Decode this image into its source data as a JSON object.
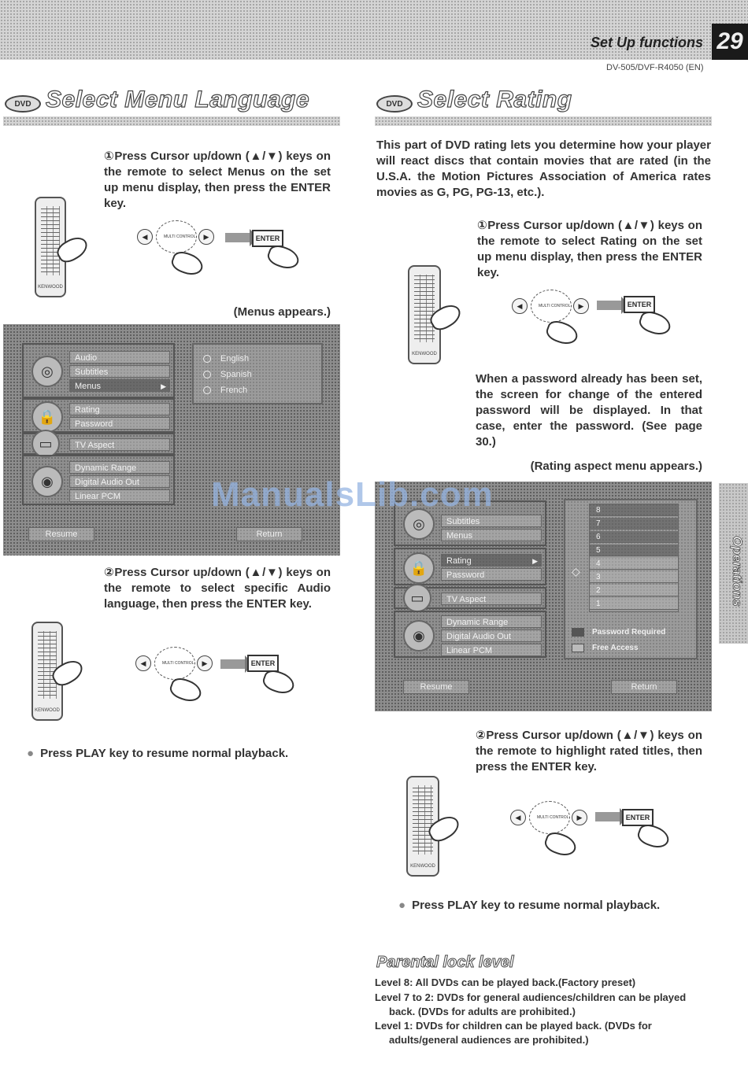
{
  "header": {
    "section_title": "Set Up functions",
    "page_number": "29",
    "model": "DV-505/DVF-R4050 (EN)"
  },
  "left": {
    "logo": "DVD",
    "heading": "Select Menu Language",
    "step1": "①Press Cursor up/down (▲/▼) keys on the remote to select Menus on the set up menu display, then press the ENTER key.",
    "caption": "(Menus appears.)",
    "screen": {
      "groups": [
        {
          "icon": "disc-icon",
          "items": [
            {
              "label": "Audio"
            },
            {
              "label": "Subtitles"
            },
            {
              "label": "Menus",
              "selected": true
            }
          ]
        },
        {
          "icon": "lock-icon",
          "items": [
            {
              "label": "Rating"
            },
            {
              "label": "Password"
            }
          ]
        },
        {
          "icon": "tv-icon",
          "items": [
            {
              "label": "TV Aspect"
            }
          ]
        },
        {
          "icon": "speaker-icon",
          "items": [
            {
              "label": "Dynamic Range"
            },
            {
              "label": "Digital Audio Out"
            },
            {
              "label": "Linear PCM"
            }
          ]
        }
      ],
      "options": [
        "English",
        "Spanish",
        "French"
      ],
      "resume": "Resume",
      "return": "Return"
    },
    "step2": "②Press Cursor up/down (▲/▼) keys on the remote to select specific Audio language, then press the ENTER key.",
    "note": "Press PLAY key to resume normal playback."
  },
  "right": {
    "logo": "DVD",
    "heading": "Select Rating",
    "intro": "This part of DVD rating lets you determine how your player will react discs that contain movies that are rated (in the U.S.A. the Motion Pictures Association of America rates movies as G, PG, PG-13, etc.).",
    "step1": "①Press Cursor up/down (▲/▼) keys on the remote to select Rating on the set up menu display, then press the ENTER key.",
    "password_note": "When a password already has been set, the screen for change of the entered password will be displayed. In that case, enter the password. (See page 30.)",
    "caption": "(Rating aspect menu appears.)",
    "screen": {
      "groups": [
        {
          "icon": "disc-icon",
          "items": [
            {
              "label": "Subtitles"
            },
            {
              "label": "Menus"
            }
          ]
        },
        {
          "icon": "lock-icon",
          "items": [
            {
              "label": "Rating",
              "selected": true
            },
            {
              "label": "Password"
            }
          ]
        },
        {
          "icon": "tv-icon",
          "items": [
            {
              "label": "TV Aspect"
            }
          ]
        },
        {
          "icon": "speaker-icon",
          "items": [
            {
              "label": "Dynamic Range"
            },
            {
              "label": "Digital Audio Out"
            },
            {
              "label": "Linear PCM"
            }
          ]
        }
      ],
      "ratings": [
        "8",
        "7",
        "6",
        "5",
        "4",
        "3",
        "2",
        "1"
      ],
      "legend": {
        "required": "Password Required",
        "free": "Free Access"
      },
      "resume": "Resume",
      "return": "Return"
    },
    "step2": "②Press Cursor up/down (▲/▼) keys on the remote to highlight rated titles, then press the ENTER key.",
    "note": "Press PLAY key to resume normal playback.",
    "parental": {
      "title": "Parental lock level",
      "level8": "Level 8: All DVDs can be played back.(Factory preset)",
      "level7": "Level 7 to 2: DVDs  for general audiences/children can be played back. (DVDs for adults are prohibited.)",
      "level1": "Level 1: DVDs for children can be played back. (DVDs for adults/general audiences are prohibited.)"
    }
  },
  "remote": {
    "brand": "KENWOOD"
  },
  "keys": {
    "center_label": "MULTI CONTROL",
    "enter": "ENTER"
  },
  "side_tab": "Operations",
  "watermark": "ManualsLib.com"
}
